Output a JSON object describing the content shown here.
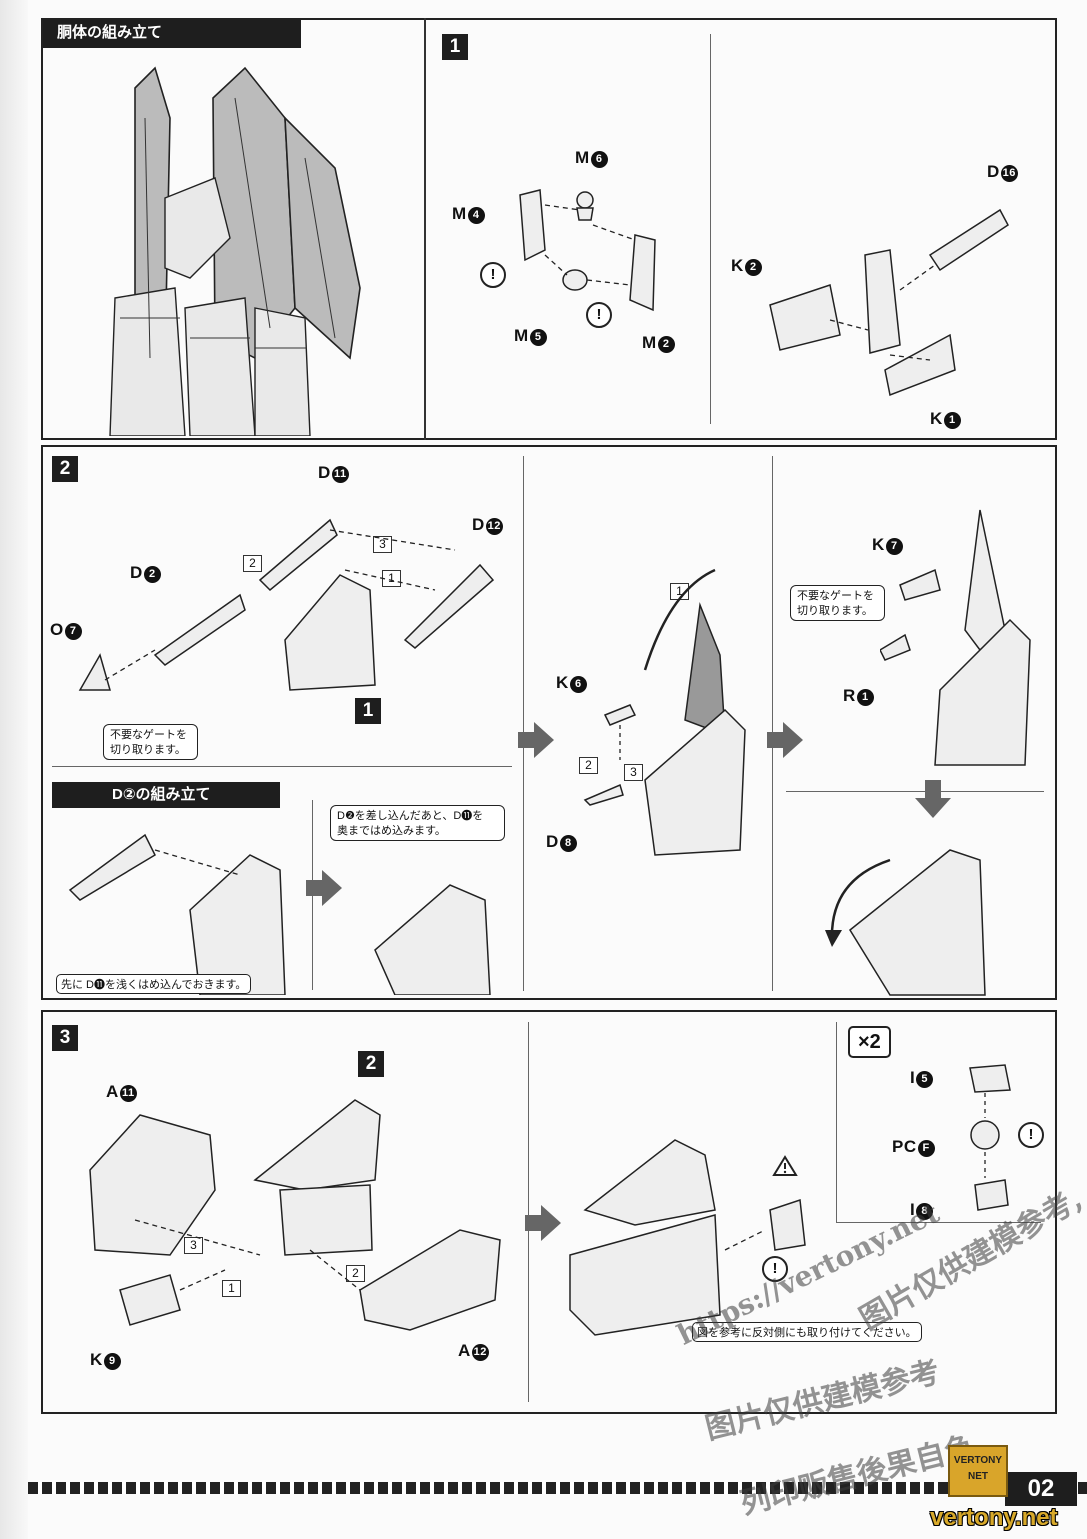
{
  "page": {
    "number": "02"
  },
  "section_header": "胴体の組み立て",
  "sub_header": "D②の組み立て",
  "steps": {
    "step1": "1",
    "step2": "2",
    "step3": "3",
    "ref1": "1",
    "ref2": "2"
  },
  "parts": {
    "m6": {
      "letter": "M",
      "num": "6"
    },
    "m4": {
      "letter": "M",
      "num": "4"
    },
    "m5": {
      "letter": "M",
      "num": "5"
    },
    "m2": {
      "letter": "M",
      "num": "2"
    },
    "d16": {
      "letter": "D",
      "num": "16"
    },
    "k2": {
      "letter": "K",
      "num": "2"
    },
    "k1": {
      "letter": "K",
      "num": "1"
    },
    "d11": {
      "letter": "D",
      "num": "11"
    },
    "d12": {
      "letter": "D",
      "num": "12"
    },
    "d2": {
      "letter": "D",
      "num": "2"
    },
    "o7": {
      "letter": "O",
      "num": "7"
    },
    "k6": {
      "letter": "K",
      "num": "6"
    },
    "d8": {
      "letter": "D",
      "num": "8"
    },
    "k7": {
      "letter": "K",
      "num": "7"
    },
    "r1": {
      "letter": "R",
      "num": "1"
    },
    "a11": {
      "letter": "A",
      "num": "11"
    },
    "a12": {
      "letter": "A",
      "num": "12"
    },
    "k9": {
      "letter": "K",
      "num": "9"
    },
    "i5": {
      "letter": "I",
      "num": "5"
    },
    "pcf": {
      "letter": "PC",
      "num": "F"
    },
    "i8": {
      "letter": "I",
      "num": "8"
    }
  },
  "order": [
    "1",
    "2",
    "3"
  ],
  "notes": {
    "gate_note_a": "不要なゲートを\n切り取ります。",
    "gate_note_b": "不要なゲートを\n切り取ります。",
    "insert_note": "D❷を差し込んだあと、D⓫を\n奥まではめ込みます。",
    "shallow_note": "先に D⓫を浅くはめ込んでおきます。",
    "other_side_note": "図を参考に反対側にも取り付けてください。"
  },
  "multiplier": "×2",
  "caution": "!",
  "watermark": {
    "url": "https://vertony.net",
    "line1": "图片仅供建模参考,",
    "line2": "图片仅供建模参考",
    "line3": "列印贩售後果自负",
    "logo": "VERTONY NET",
    "site": "vertony.net"
  }
}
